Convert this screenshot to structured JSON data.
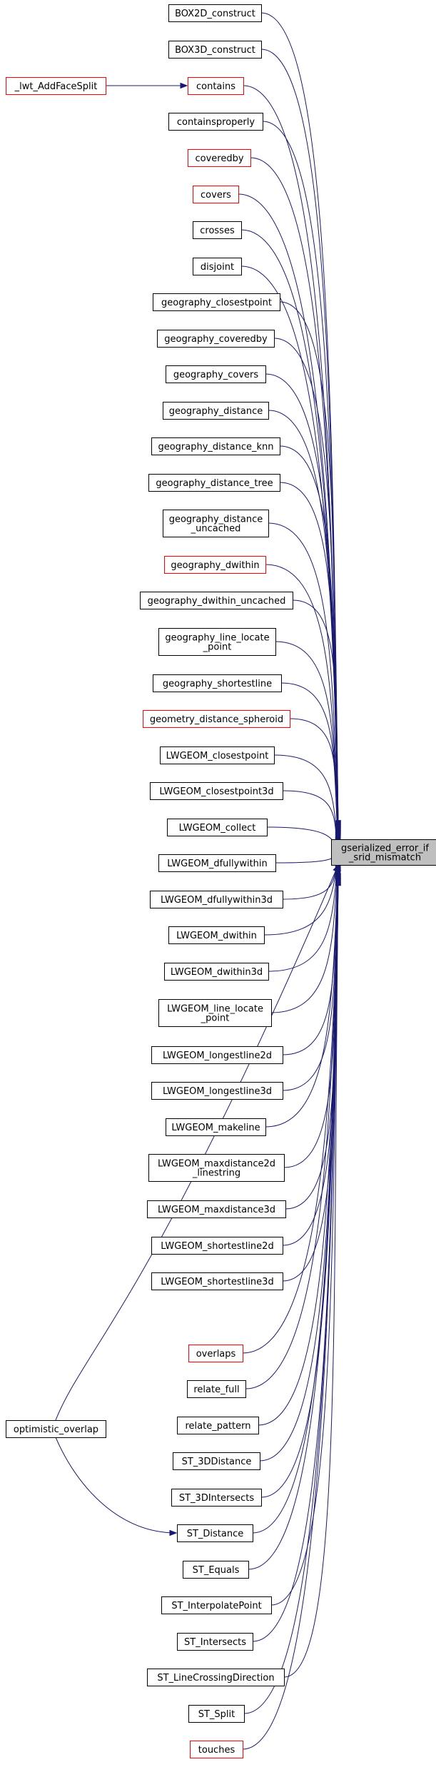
{
  "colors": {
    "edge": "#191970",
    "node_border": "#000000",
    "highlight_border": "#ff0000",
    "target_fill": "#bfbfbf",
    "background": "#ffffff"
  },
  "target": {
    "id": "target",
    "lines": [
      "gserialized_error_if",
      "_srid_mismatch"
    ]
  },
  "nodes": [
    {
      "id": "box2d_construct",
      "lines": [
        "BOX2D_construct"
      ],
      "red": false
    },
    {
      "id": "box3d_construct",
      "lines": [
        "BOX3D_construct"
      ],
      "red": false
    },
    {
      "id": "lwt_addfacesplit",
      "lines": [
        "_lwt_AddFaceSplit"
      ],
      "red": true
    },
    {
      "id": "contains",
      "lines": [
        "contains"
      ],
      "red": true
    },
    {
      "id": "containsproperly",
      "lines": [
        "containsproperly"
      ],
      "red": false
    },
    {
      "id": "coveredby",
      "lines": [
        "coveredby"
      ],
      "red": true
    },
    {
      "id": "covers",
      "lines": [
        "covers"
      ],
      "red": true
    },
    {
      "id": "crosses",
      "lines": [
        "crosses"
      ],
      "red": false
    },
    {
      "id": "disjoint",
      "lines": [
        "disjoint"
      ],
      "red": false
    },
    {
      "id": "geography_closestpoint",
      "lines": [
        "geography_closestpoint"
      ],
      "red": false
    },
    {
      "id": "geography_coveredby",
      "lines": [
        "geography_coveredby"
      ],
      "red": false
    },
    {
      "id": "geography_covers",
      "lines": [
        "geography_covers"
      ],
      "red": false
    },
    {
      "id": "geography_distance",
      "lines": [
        "geography_distance"
      ],
      "red": false
    },
    {
      "id": "geography_distance_knn",
      "lines": [
        "geography_distance_knn"
      ],
      "red": false
    },
    {
      "id": "geography_distance_tree",
      "lines": [
        "geography_distance_tree"
      ],
      "red": false
    },
    {
      "id": "geography_distance_uncached",
      "lines": [
        "geography_distance",
        "_uncached"
      ],
      "red": false
    },
    {
      "id": "geography_dwithin",
      "lines": [
        "geography_dwithin"
      ],
      "red": true
    },
    {
      "id": "geography_dwithin_uncached",
      "lines": [
        "geography_dwithin_uncached"
      ],
      "red": false
    },
    {
      "id": "geography_line_locate_point",
      "lines": [
        "geography_line_locate",
        "_point"
      ],
      "red": false
    },
    {
      "id": "geography_shortestline",
      "lines": [
        "geography_shortestline"
      ],
      "red": false
    },
    {
      "id": "geometry_distance_spheroid",
      "lines": [
        "geometry_distance_spheroid"
      ],
      "red": true
    },
    {
      "id": "lwgeom_closestpoint",
      "lines": [
        "LWGEOM_closestpoint"
      ],
      "red": false
    },
    {
      "id": "lwgeom_closestpoint3d",
      "lines": [
        "LWGEOM_closestpoint3d"
      ],
      "red": false
    },
    {
      "id": "lwgeom_collect",
      "lines": [
        "LWGEOM_collect"
      ],
      "red": false
    },
    {
      "id": "lwgeom_dfullywithin",
      "lines": [
        "LWGEOM_dfullywithin"
      ],
      "red": false
    },
    {
      "id": "lwgeom_dfullywithin3d",
      "lines": [
        "LWGEOM_dfullywithin3d"
      ],
      "red": false
    },
    {
      "id": "lwgeom_dwithin",
      "lines": [
        "LWGEOM_dwithin"
      ],
      "red": false
    },
    {
      "id": "lwgeom_dwithin3d",
      "lines": [
        "LWGEOM_dwithin3d"
      ],
      "red": false
    },
    {
      "id": "lwgeom_line_locate_point",
      "lines": [
        "LWGEOM_line_locate",
        "_point"
      ],
      "red": false
    },
    {
      "id": "lwgeom_longestline2d",
      "lines": [
        "LWGEOM_longestline2d"
      ],
      "red": false
    },
    {
      "id": "lwgeom_longestline3d",
      "lines": [
        "LWGEOM_longestline3d"
      ],
      "red": false
    },
    {
      "id": "lwgeom_makeline",
      "lines": [
        "LWGEOM_makeline"
      ],
      "red": false
    },
    {
      "id": "lwgeom_maxdistance2d_linestring",
      "lines": [
        "LWGEOM_maxdistance2d",
        "_linestring"
      ],
      "red": false
    },
    {
      "id": "lwgeom_maxdistance3d",
      "lines": [
        "LWGEOM_maxdistance3d"
      ],
      "red": false
    },
    {
      "id": "lwgeom_shortestline2d",
      "lines": [
        "LWGEOM_shortestline2d"
      ],
      "red": false
    },
    {
      "id": "lwgeom_shortestline3d",
      "lines": [
        "LWGEOM_shortestline3d"
      ],
      "red": false
    },
    {
      "id": "optimistic_overlap",
      "lines": [
        "optimistic_overlap"
      ],
      "red": false
    },
    {
      "id": "overlaps",
      "lines": [
        "overlaps"
      ],
      "red": true
    },
    {
      "id": "relate_full",
      "lines": [
        "relate_full"
      ],
      "red": false
    },
    {
      "id": "relate_pattern",
      "lines": [
        "relate_pattern"
      ],
      "red": false
    },
    {
      "id": "st_3ddistance",
      "lines": [
        "ST_3DDistance"
      ],
      "red": false
    },
    {
      "id": "st_3dintersects",
      "lines": [
        "ST_3DIntersects"
      ],
      "red": false
    },
    {
      "id": "st_distance",
      "lines": [
        "ST_Distance"
      ],
      "red": false
    },
    {
      "id": "st_equals",
      "lines": [
        "ST_Equals"
      ],
      "red": false
    },
    {
      "id": "st_interpolatepoint",
      "lines": [
        "ST_InterpolatePoint"
      ],
      "red": false
    },
    {
      "id": "st_intersects",
      "lines": [
        "ST_Intersects"
      ],
      "red": false
    },
    {
      "id": "st_linecrossingdirection",
      "lines": [
        "ST_LineCrossingDirection"
      ],
      "red": false
    },
    {
      "id": "st_split",
      "lines": [
        "ST_Split"
      ],
      "red": false
    },
    {
      "id": "touches",
      "lines": [
        "touches"
      ],
      "red": true
    }
  ],
  "edges": [
    [
      "box2d_construct",
      "target"
    ],
    [
      "box3d_construct",
      "target"
    ],
    [
      "lwt_addfacesplit",
      "contains"
    ],
    [
      "contains",
      "target"
    ],
    [
      "containsproperly",
      "target"
    ],
    [
      "coveredby",
      "target"
    ],
    [
      "covers",
      "target"
    ],
    [
      "crosses",
      "target"
    ],
    [
      "disjoint",
      "target"
    ],
    [
      "geography_closestpoint",
      "target"
    ],
    [
      "geography_coveredby",
      "target"
    ],
    [
      "geography_covers",
      "target"
    ],
    [
      "geography_distance",
      "target"
    ],
    [
      "geography_distance_knn",
      "target"
    ],
    [
      "geography_distance_tree",
      "target"
    ],
    [
      "geography_distance_uncached",
      "target"
    ],
    [
      "geography_dwithin",
      "target"
    ],
    [
      "geography_dwithin_uncached",
      "target"
    ],
    [
      "geography_line_locate_point",
      "target"
    ],
    [
      "geography_shortestline",
      "target"
    ],
    [
      "geometry_distance_spheroid",
      "target"
    ],
    [
      "lwgeom_closestpoint",
      "target"
    ],
    [
      "lwgeom_closestpoint3d",
      "target"
    ],
    [
      "lwgeom_collect",
      "target"
    ],
    [
      "lwgeom_dfullywithin",
      "target"
    ],
    [
      "lwgeom_dfullywithin3d",
      "target"
    ],
    [
      "lwgeom_dwithin",
      "target"
    ],
    [
      "lwgeom_dwithin3d",
      "target"
    ],
    [
      "lwgeom_line_locate_point",
      "target"
    ],
    [
      "lwgeom_longestline2d",
      "target"
    ],
    [
      "lwgeom_longestline3d",
      "target"
    ],
    [
      "lwgeom_makeline",
      "target"
    ],
    [
      "lwgeom_maxdistance2d_linestring",
      "target"
    ],
    [
      "lwgeom_maxdistance3d",
      "target"
    ],
    [
      "lwgeom_shortestline2d",
      "target"
    ],
    [
      "lwgeom_shortestline3d",
      "target"
    ],
    [
      "optimistic_overlap",
      "target"
    ],
    [
      "overlaps",
      "target"
    ],
    [
      "relate_full",
      "target"
    ],
    [
      "relate_pattern",
      "target"
    ],
    [
      "st_3ddistance",
      "target"
    ],
    [
      "st_3dintersects",
      "target"
    ],
    [
      "st_distance",
      "target"
    ],
    [
      "optimistic_overlap",
      "st_distance"
    ],
    [
      "st_equals",
      "target"
    ],
    [
      "st_interpolatepoint",
      "target"
    ],
    [
      "st_intersects",
      "target"
    ],
    [
      "st_linecrossingdirection",
      "target"
    ],
    [
      "st_split",
      "target"
    ],
    [
      "touches",
      "target"
    ]
  ]
}
